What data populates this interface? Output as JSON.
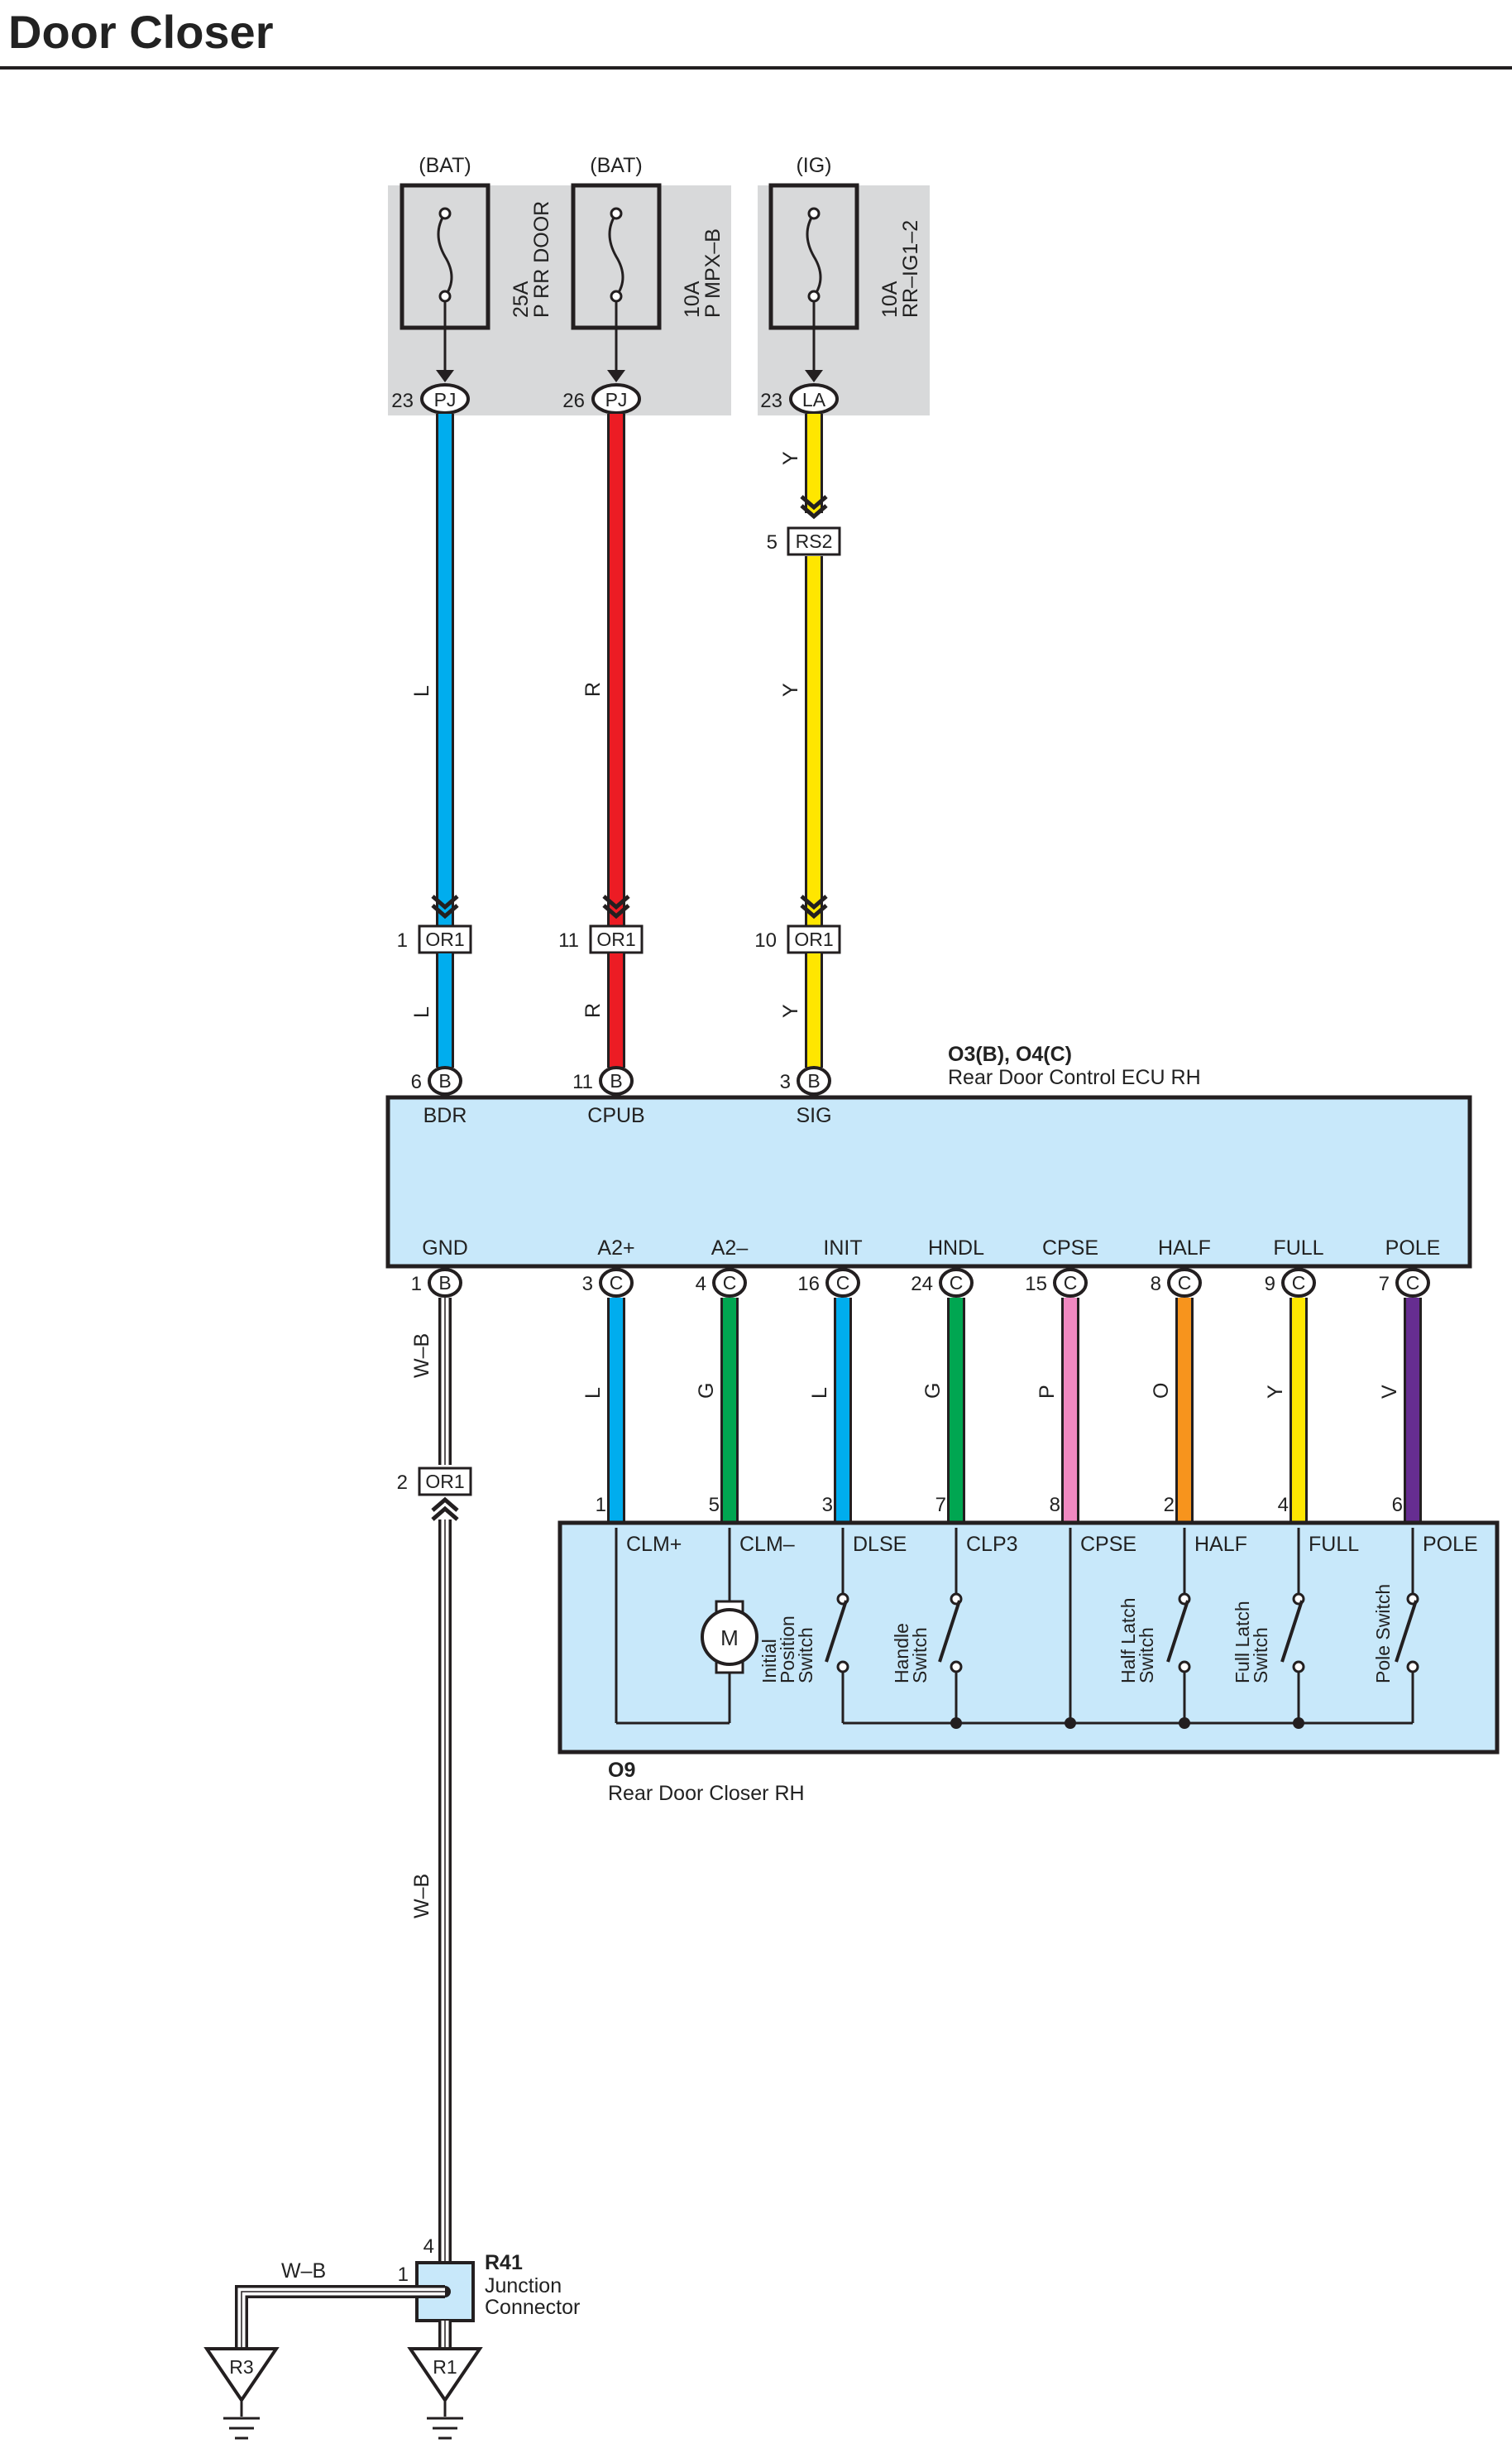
{
  "title": "Door Closer",
  "colors": {
    "L": "#00adee",
    "R": "#ec1c24",
    "Y": "#ffe600",
    "G": "#00a651",
    "P": "#f088c0",
    "O": "#f7941d",
    "V": "#662d91",
    "box": "#c8e8fa",
    "fusebox": "#d8d9da",
    "wb": "#ffffff"
  },
  "fuses": [
    {
      "source": "(BAT)",
      "rating": "25A",
      "name": "P RR DOOR",
      "pin": "23",
      "conn": "PJ"
    },
    {
      "source": "(BAT)",
      "rating": "10A",
      "name": "P MPX–B",
      "pin": "26",
      "conn": "PJ"
    },
    {
      "source": "(IG)",
      "rating": "10A",
      "name": "RR–IG1–2",
      "pin": "23",
      "conn": "LA"
    }
  ],
  "rs2": {
    "pin": "5",
    "conn": "RS2"
  },
  "or1_top": [
    {
      "pin": "1",
      "conn": "OR1"
    },
    {
      "pin": "11",
      "conn": "OR1"
    },
    {
      "pin": "10",
      "conn": "OR1"
    }
  ],
  "wire_codes_top": [
    "L",
    "R",
    "Y"
  ],
  "wire_code_la_top": "Y",
  "ecu": {
    "id": "O3(B), O4(C)",
    "name": "Rear Door Control ECU RH",
    "top_pins": [
      {
        "num": "6",
        "conn": "B",
        "label": "BDR"
      },
      {
        "num": "11",
        "conn": "B",
        "label": "CPUB"
      },
      {
        "num": "3",
        "conn": "B",
        "label": "SIG"
      }
    ],
    "bottom_pins": [
      {
        "num": "1",
        "conn": "B",
        "label": "GND"
      },
      {
        "num": "3",
        "conn": "C",
        "label": "A2+"
      },
      {
        "num": "4",
        "conn": "C",
        "label": "A2–"
      },
      {
        "num": "16",
        "conn": "C",
        "label": "INIT"
      },
      {
        "num": "24",
        "conn": "C",
        "label": "HNDL"
      },
      {
        "num": "15",
        "conn": "C",
        "label": "CPSE"
      },
      {
        "num": "8",
        "conn": "C",
        "label": "HALF"
      },
      {
        "num": "9",
        "conn": "C",
        "label": "FULL"
      },
      {
        "num": "7",
        "conn": "C",
        "label": "POLE"
      }
    ]
  },
  "wire_codes_bottom": [
    "W–B",
    "L",
    "G",
    "L",
    "G",
    "P",
    "O",
    "Y",
    "V"
  ],
  "or1_gnd": {
    "pin": "2",
    "conn": "OR1"
  },
  "closer": {
    "id": "O9",
    "name": "Rear Door Closer RH",
    "motor": "M",
    "pins": [
      {
        "num": "1",
        "label": "CLM+"
      },
      {
        "num": "5",
        "label": "CLM–"
      },
      {
        "num": "3",
        "label": "DLSE"
      },
      {
        "num": "7",
        "label": "CLP3"
      },
      {
        "num": "8",
        "label": "CPSE"
      },
      {
        "num": "2",
        "label": "HALF"
      },
      {
        "num": "4",
        "label": "FULL"
      },
      {
        "num": "6",
        "label": "POLE"
      }
    ],
    "switches": [
      [
        "Initial",
        "Position",
        "Switch"
      ],
      [
        "Handle",
        "Switch"
      ],
      [
        "Half Latch",
        "Switch"
      ],
      [
        "Full Latch",
        "Switch"
      ],
      [
        "Pole Switch"
      ]
    ]
  },
  "wb_lower": "W–B",
  "wb_r3": "W–B",
  "r41": {
    "id": "R41",
    "name_line1": "Junction",
    "name_line2": "Connector",
    "pin_top": "4",
    "pin_left": "1"
  },
  "grounds": [
    "R3",
    "R1"
  ]
}
